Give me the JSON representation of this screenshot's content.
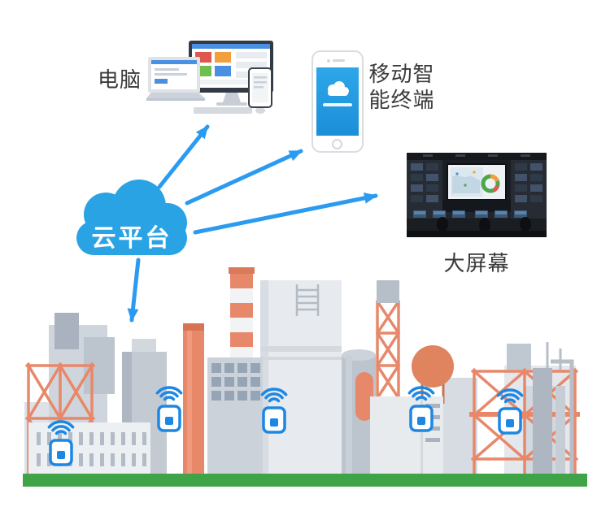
{
  "labels": {
    "computer": "电脑",
    "mobile_terminal": "移动智能终端",
    "cloud_platform": "云平台",
    "big_screen": "大屏幕"
  },
  "colors": {
    "arrow_blue": "#2b9bf1",
    "cloud_blue": "#29a3e4",
    "wifi_blue": "#1d87e4",
    "phone_screen_blue": "#2ea6e9",
    "ground_green": "#3fa447",
    "coral_orange": "#e8886a",
    "label_text": "#3a3a3a"
  },
  "icons": {
    "cloud_icon": "cloud",
    "wifi_icon": "wifi-signal-arcs",
    "sensor_icon": "iot-sensor-box",
    "computer_icon": "desktop-laptop-tablet-set",
    "phone_icon": "smartphone-with-cloud-app",
    "control_room_icon": "control-room-photo-with-big-screen",
    "factory_icon": "industrial-plant-skyline"
  }
}
